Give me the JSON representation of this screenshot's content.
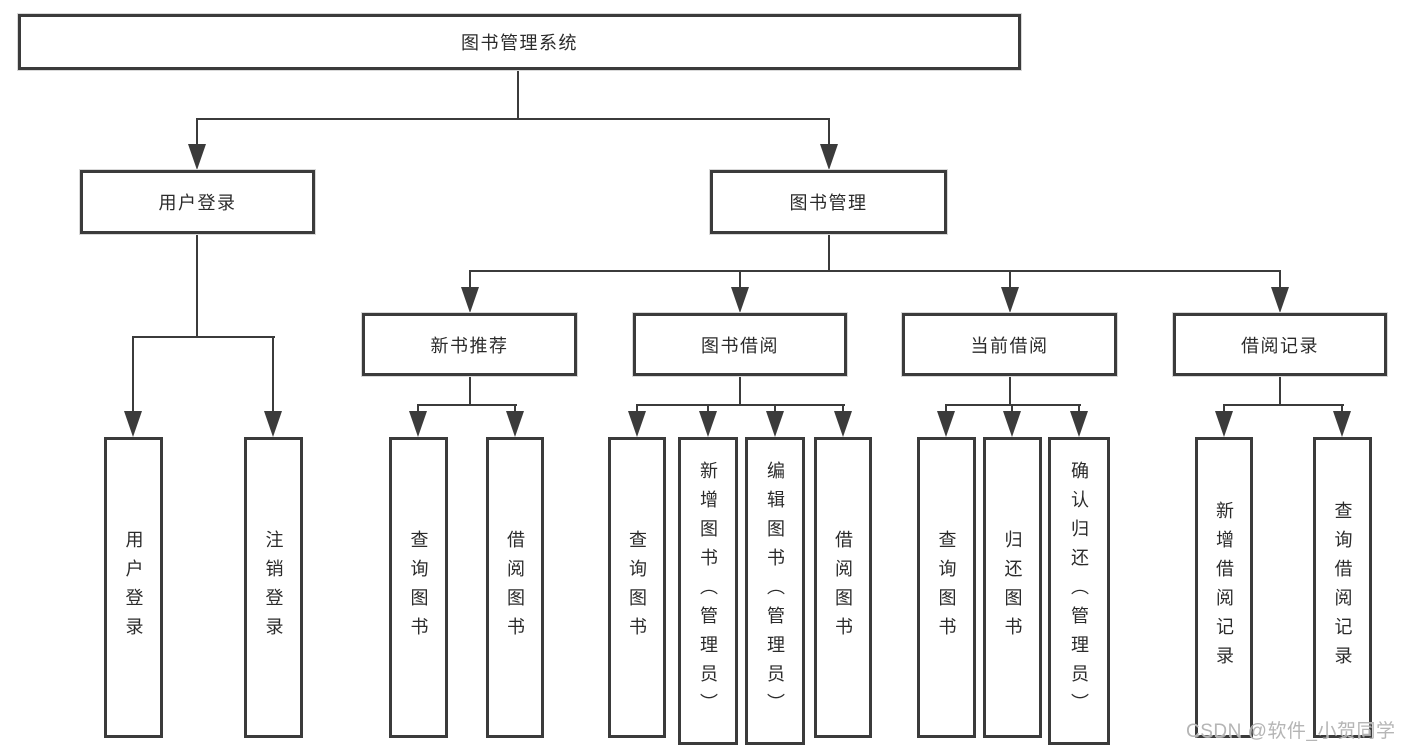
{
  "diagram": {
    "title_node": {
      "label": "图书管理系统"
    },
    "branches": [
      {
        "label": "用户登录",
        "children": [
          {
            "label": "用户登录"
          },
          {
            "label": "注销登录"
          }
        ]
      },
      {
        "label": "图书管理",
        "children": [
          {
            "label": "新书推荐",
            "children": [
              {
                "label": "查询图书"
              },
              {
                "label": "借阅图书"
              }
            ]
          },
          {
            "label": "图书借阅",
            "children": [
              {
                "label": "查询图书"
              },
              {
                "label": "新增图书（管理员）"
              },
              {
                "label": "编辑图书（管理员）"
              },
              {
                "label": "借阅图书"
              }
            ]
          },
          {
            "label": "当前借阅",
            "children": [
              {
                "label": "查询图书"
              },
              {
                "label": "归还图书"
              },
              {
                "label": "确认归还（管理员）"
              }
            ]
          },
          {
            "label": "借阅记录",
            "children": [
              {
                "label": "新增借阅记录"
              },
              {
                "label": "查询借阅记录"
              }
            ]
          }
        ]
      }
    ]
  },
  "watermark": {
    "text": "CSDN @软件_小贺同学"
  },
  "colors": {
    "line": "#3b3b3b",
    "text": "#2b2b2b",
    "watermark": "#b5b5b5",
    "background": "#ffffff"
  }
}
